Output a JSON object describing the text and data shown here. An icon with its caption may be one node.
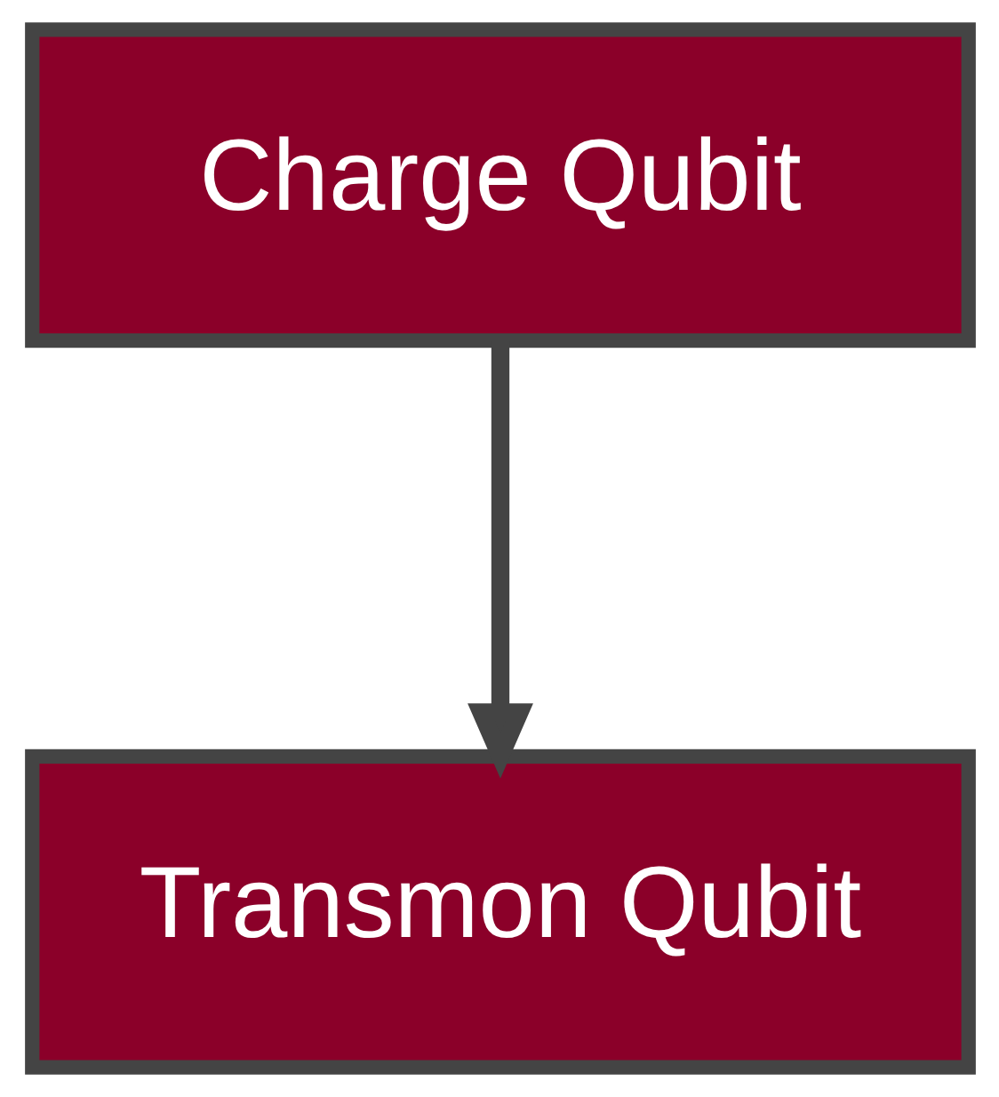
{
  "diagram": {
    "nodes": [
      {
        "text": [
          "Charge Qubit"
        ]
      },
      {
        "text": [
          "Transmon Qubit"
        ]
      }
    ],
    "edges": [
      {
        "from": 0,
        "to": 1,
        "arrow": "to"
      }
    ]
  }
}
